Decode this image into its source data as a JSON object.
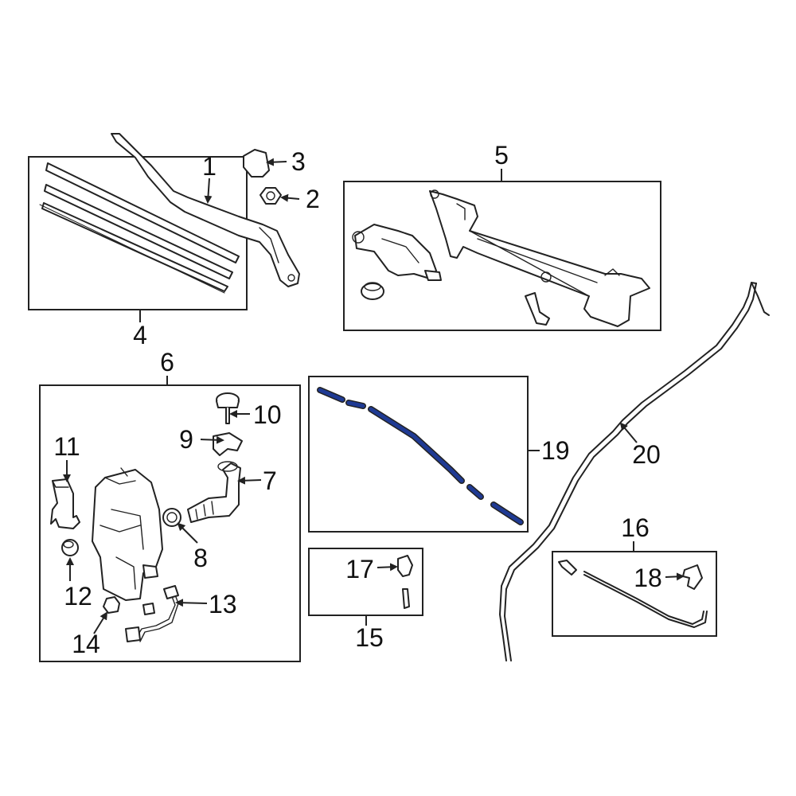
{
  "callouts": [
    {
      "id": "1",
      "label": "1"
    },
    {
      "id": "2",
      "label": "2"
    },
    {
      "id": "3",
      "label": "3"
    },
    {
      "id": "4",
      "label": "4"
    },
    {
      "id": "5",
      "label": "5"
    },
    {
      "id": "6",
      "label": "6"
    },
    {
      "id": "7",
      "label": "7"
    },
    {
      "id": "8",
      "label": "8"
    },
    {
      "id": "9",
      "label": "9"
    },
    {
      "id": "10",
      "label": "10"
    },
    {
      "id": "11",
      "label": "11"
    },
    {
      "id": "12",
      "label": "12"
    },
    {
      "id": "13",
      "label": "13"
    },
    {
      "id": "14",
      "label": "14"
    },
    {
      "id": "15",
      "label": "15"
    },
    {
      "id": "16",
      "label": "16"
    },
    {
      "id": "17",
      "label": "17"
    },
    {
      "id": "18",
      "label": "18"
    },
    {
      "id": "19",
      "label": "19"
    },
    {
      "id": "20",
      "label": "20"
    }
  ],
  "colors": {
    "line": "#222222",
    "highlight": "#1f3a93",
    "background": "#ffffff"
  },
  "highlighted_part": "19"
}
